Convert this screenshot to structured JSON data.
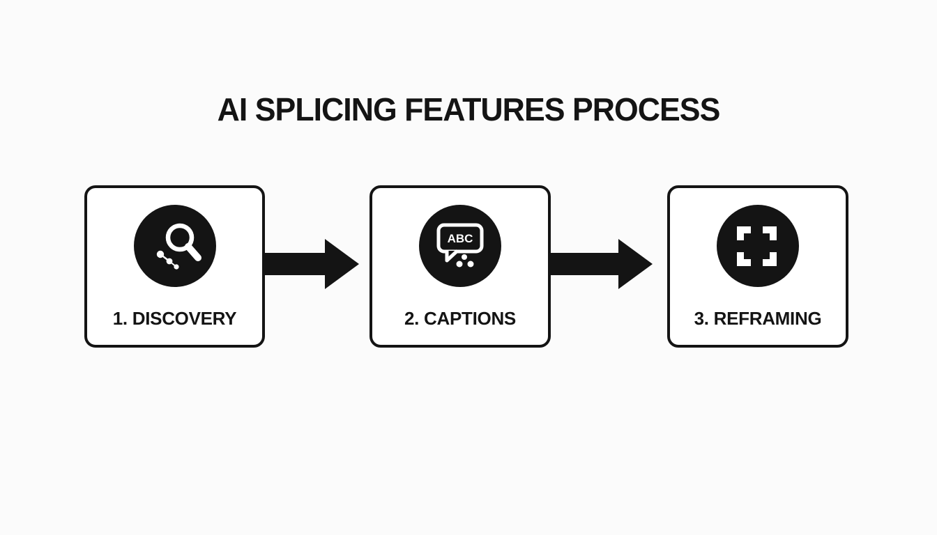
{
  "title": "AI SPLICING FEATURES PROCESS",
  "colors": {
    "ink": "#141414",
    "background": "#fbfbfb",
    "box_fill": "#ffffff",
    "icon_glyph": "#ffffff"
  },
  "steps": [
    {
      "label": "1. DISCOVERY",
      "icon": "magnifier-discovery-icon"
    },
    {
      "label": "2. CAPTIONS",
      "icon": "speech-bubble-abc-icon",
      "icon_text": "ABC"
    },
    {
      "label": "3. REFRAMING",
      "icon": "frame-corners-icon"
    }
  ],
  "connectors": [
    {
      "type": "arrow-right",
      "from": "1. DISCOVERY",
      "to": "2. CAPTIONS"
    },
    {
      "type": "arrow-right",
      "from": "2. CAPTIONS",
      "to": "3. REFRAMING"
    }
  ]
}
